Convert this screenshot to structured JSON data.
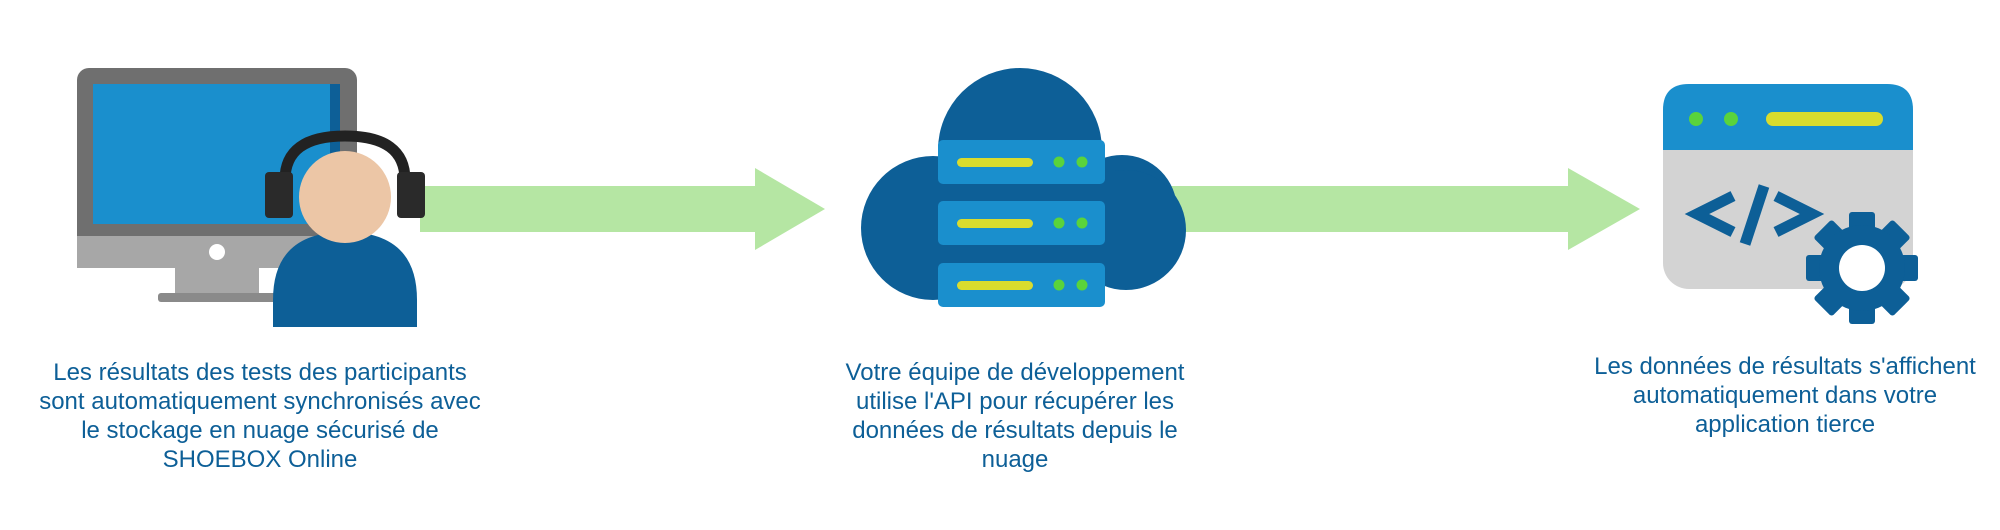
{
  "steps": [
    {
      "icon": "monitor-user-headset-icon",
      "caption_lines": [
        "Les résultats des tests des participants",
        "sont automatiquement synchronisés avec",
        "le stockage en nuage sécurisé de",
        "SHOEBOX Online"
      ]
    },
    {
      "icon": "cloud-server-icon",
      "caption_lines": [
        "Votre équipe de développement",
        "utilise l'API pour récupérer les",
        "données de résultats depuis le",
        "nuage"
      ]
    },
    {
      "icon": "code-window-gear-icon",
      "caption_lines": [
        "Les données de résultats s'affichent",
        "automatiquement dans votre",
        "application tierce"
      ]
    }
  ],
  "colors": {
    "primary_blue": "#1a8fcd",
    "dark_blue": "#0d5f97",
    "arrow_green": "#b5e6a3",
    "led_green": "#5ad33c",
    "bar_yellow": "#d9dc2d",
    "skin": "#ecc6a6",
    "gray_dark": "#6f6f6f",
    "gray_light": "#d3d3d3"
  }
}
